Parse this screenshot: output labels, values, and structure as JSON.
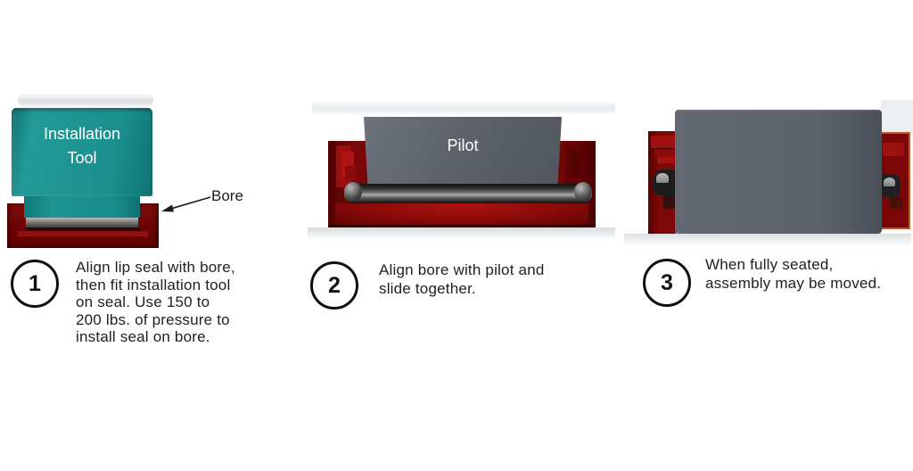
{
  "diagram": {
    "figure1": {
      "tool_label": "Installation Tool",
      "bore_label": "Bore"
    },
    "figure2": {
      "pilot_label": "Pilot"
    },
    "steps": [
      {
        "number": "1",
        "lines": [
          "Align lip seal with bore,",
          "then fit installation tool",
          "on seal. Use 150 to",
          "200 lbs. of pressure to",
          "install seal on bore."
        ]
      },
      {
        "number": "2",
        "lines": [
          "Align bore with pilot and",
          "slide together."
        ]
      },
      {
        "number": "3",
        "lines": [
          "When fully seated,",
          "assembly may be moved."
        ]
      }
    ],
    "colors": {
      "tool_teal": "#1b908e",
      "bore_dark_red": "#6e0404",
      "bore_bright_red": "#a81210",
      "pilot_gray": "#5d6169",
      "seal_highlight_gray": "#a9aaaa",
      "section_outline_orange": "#b4632a",
      "text": "#1f1f1f"
    }
  }
}
